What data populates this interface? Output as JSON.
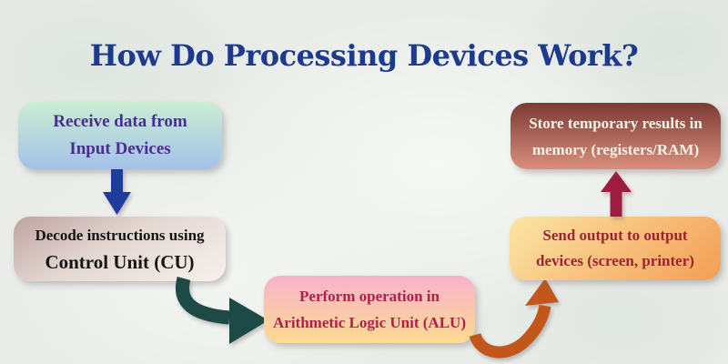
{
  "title": "How Do Processing Devices Work?",
  "palette": {
    "background": "#e9ece9",
    "title_color": "#1e3a8f",
    "box_receive_top": "#cbeed3",
    "box_receive_bottom": "#a3c1e9",
    "box_decode_top": "#bfa3a1",
    "box_decode_bottom": "#f5f1ec",
    "box_alu_top": "#f9b2cd",
    "box_alu_bottom": "#fbdb90",
    "box_output_top": "#fbe5a4",
    "box_output_bottom": "#f49e55",
    "box_memory_top": "#7c3a33",
    "box_memory_bottom": "#d98f7c"
  },
  "flow": {
    "steps": [
      {
        "id": "receive-input",
        "lines": [
          "Receive data from",
          "Input Devices"
        ],
        "text_color": "#4a2d90"
      },
      {
        "id": "decode-control-unit",
        "lines": [
          "Decode instructions using",
          "Control Unit (CU)"
        ],
        "text_color": "#141414"
      },
      {
        "id": "alu-operation",
        "lines": [
          "Perform operation in",
          "Arithmetic Logic Unit (ALU)"
        ],
        "text_color": "#b01f49"
      },
      {
        "id": "send-output",
        "lines": [
          "Send output to output",
          "devices (screen, printer)"
        ],
        "text_color": "#a12134"
      },
      {
        "id": "store-memory",
        "lines": [
          "Store temporary results in",
          "memory (registers/RAM)"
        ],
        "text_color": "#fbf3e8"
      }
    ],
    "arrows": [
      {
        "name": "arrow-receive-to-decode",
        "direction": "down",
        "color": "#1e3c9c"
      },
      {
        "name": "arrow-decode-to-alu",
        "direction": "curve-down-right",
        "color": "#1d4a46"
      },
      {
        "name": "arrow-alu-to-output",
        "direction": "curve-up-right",
        "color": "#c1571a"
      },
      {
        "name": "arrow-output-to-memory",
        "direction": "up",
        "color": "#9e1c3d"
      }
    ]
  }
}
